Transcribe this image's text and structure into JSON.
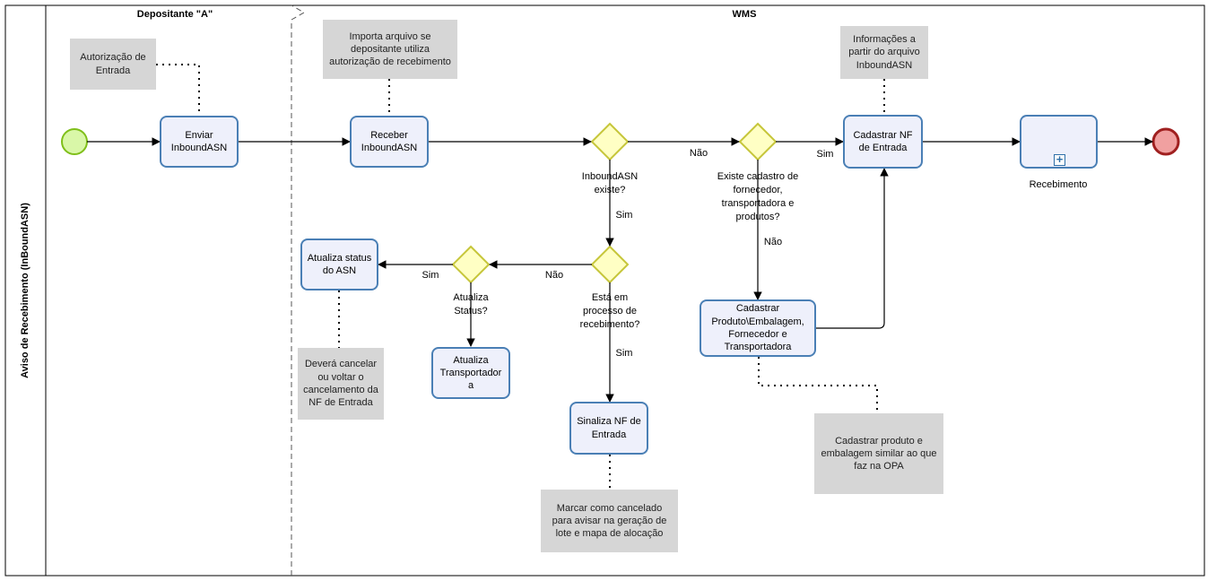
{
  "pool": {
    "label": "Aviso de Recebimento (InBoundASN)"
  },
  "lanes": {
    "depositante": "Depositante \"A\"",
    "wms": "WMS"
  },
  "tasks": {
    "enviar": "Enviar\nInboundASN",
    "receber": "Receber\nInboundASN",
    "cadastrar_nf": "Cadastrar NF\nde Entrada",
    "atualiza_status_asn": "Atualiza status\ndo ASN",
    "atualiza_transportadora": "Atualiza\nTransportador\na",
    "sinaliza_nf": "Sinaliza NF de\nEntrada",
    "cadastrar_produto": "Cadastrar\nProduto\\Embalagem,\nFornecedor e\nTransportadora",
    "recebimento": "Recebimento"
  },
  "notes": {
    "autorizacao": "Autorização de\nEntrada",
    "importa": "Importa arquivo se\ndepositante utiliza\nautorização de recebimento",
    "informacoes": "Informações a\npartir do arquivo\nInboundASN",
    "devera_cancelar": "Deverá cancelar\nou voltar o\ncancelamento da\nNF de Entrada",
    "marcar_cancelado": "Marcar como cancelado\npara avisar na geração de\nlote e mapa de alocação",
    "cadastrar_similar": "Cadastrar produto e\nembalagem similar ao que\nfaz na OPA"
  },
  "gateways": {
    "inbound_existe": "InboundASN\nexiste?",
    "existe_cadastro": "Existe cadastro  de\nfornecedor,\ntransportadora e\nprodutos?",
    "processo_recebimento": "Está em\nprocesso de\nrecebimento?",
    "atualiza_status": "Atualiza\nStatus?"
  },
  "flow_labels": {
    "nao_inbound": "Não",
    "sim_cadastro": "Sim",
    "sim_inbound": "Sim",
    "nao_cadastro": "Não",
    "nao_processo": "Não",
    "sim_atualiza": "Sim",
    "sim_processo": "Sim"
  },
  "colors": {
    "task_border": "#4a7fb5",
    "task_fill": "#eef0fb",
    "note_fill": "#d6d6d6",
    "gateway_fill": "#ffffc4",
    "gateway_border": "#c6c63a",
    "start_fill": "#d9f7a8",
    "start_border": "#7fbf1a",
    "end_fill": "#f0a0a0",
    "end_border": "#a02020"
  }
}
